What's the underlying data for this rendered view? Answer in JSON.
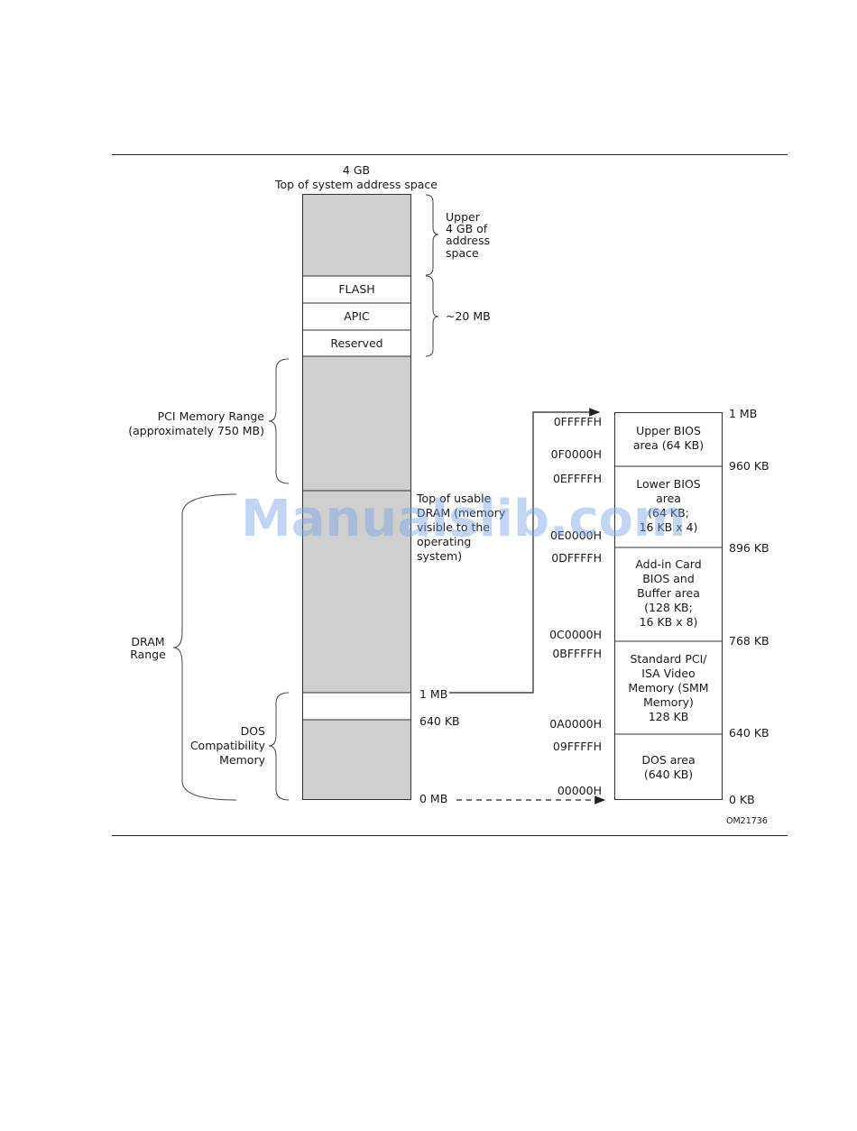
{
  "top_label": {
    "line1": "4 GB",
    "line2": "Top of system address space"
  },
  "left_column": {
    "flash": "FLASH",
    "apic": "APIC",
    "reserved": "Reserved"
  },
  "brace_labels": {
    "upper": [
      "Upper",
      "4 GB of",
      "address",
      "space"
    ],
    "twenty_mb": "~20 MB",
    "pci": [
      "PCI Memory Range",
      "(approximately 750 MB)"
    ],
    "top_usable": [
      "Top of usable",
      "DRAM (memory",
      "visible to the",
      "operating",
      "system)"
    ],
    "dram": [
      "DRAM",
      "Range"
    ],
    "dos_compat": [
      "DOS",
      "Compatibility",
      "Memory"
    ]
  },
  "markers": {
    "one_mb": "1 MB",
    "six40kb": "640 KB",
    "zero_mb": "0 MB"
  },
  "right_column": {
    "cells": [
      {
        "lines": [
          "Upper BIOS",
          "area (64 KB)"
        ]
      },
      {
        "lines": [
          "Lower BIOS",
          "area",
          "(64 KB;",
          "16 KB x 4)"
        ]
      },
      {
        "lines": [
          "Add-in Card",
          "BIOS and",
          "Buffer area",
          "(128 KB;",
          "16 KB x 8)"
        ]
      },
      {
        "lines": [
          "Standard PCI/",
          "ISA Video",
          "Memory (SMM",
          "Memory)",
          "128 KB"
        ]
      },
      {
        "lines": [
          "DOS area",
          "(640  KB)"
        ]
      }
    ],
    "hex": [
      "0FFFFFH",
      "0F0000H",
      "0EFFFFH",
      "0E0000H",
      "0DFFFFH",
      "0C0000H",
      "0BFFFFH",
      "0A0000H",
      "09FFFFH",
      "00000H"
    ],
    "kb": [
      "1 MB",
      "960 KB",
      "896 KB",
      "768 KB",
      "640 KB",
      "0 KB"
    ]
  },
  "figure_id": "OM21736",
  "watermark": "Manualslib.com"
}
